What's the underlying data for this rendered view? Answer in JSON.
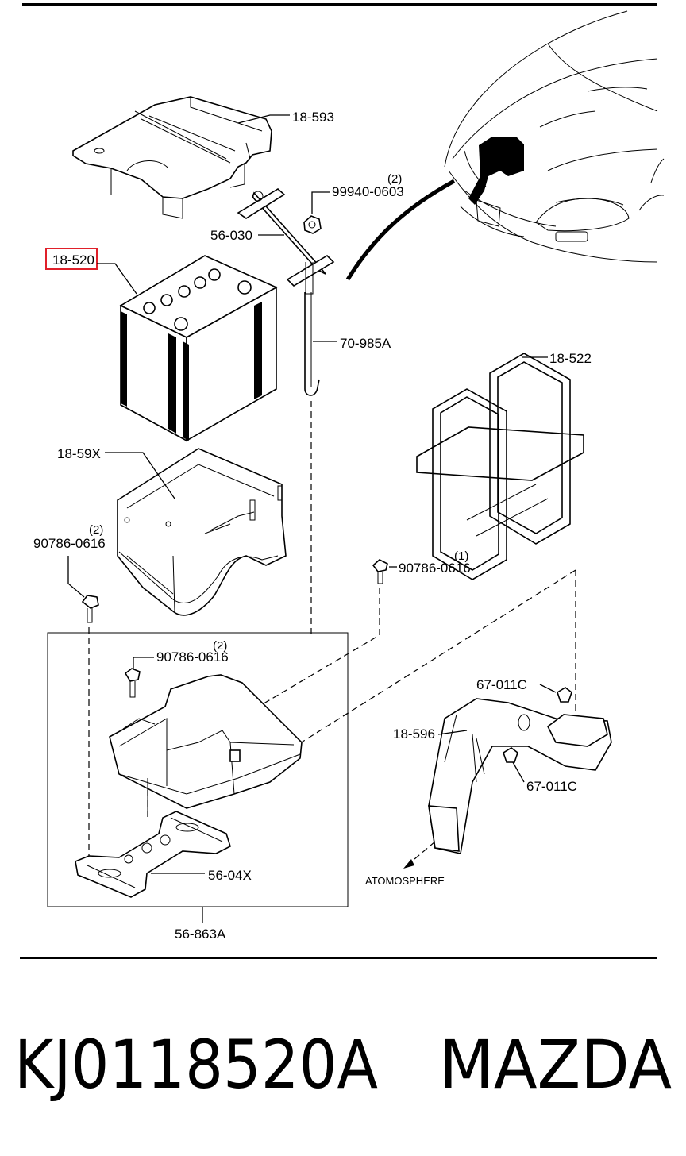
{
  "diagram": {
    "labels": {
      "cover": "18-593",
      "nut": "99940-0603",
      "nut_qty": "(2)",
      "clamp": "56-030",
      "battery": "18-520",
      "rod": "70-985A",
      "frame": "18-522",
      "tray": "18-59X",
      "bolt_left": "90786-0616",
      "bolt_left_qty": "(2)",
      "bolt_right": "90786-0616",
      "bolt_right_qty": "(1)",
      "bolt_inner": "90786-0616",
      "bolt_inner_qty": "(2)",
      "clip_top": "67-011C",
      "clip_bottom": "67-011C",
      "duct": "18-596",
      "atmosphere": "ATOMOSPHERE",
      "bracket": "56-04X",
      "assembly": "56-863A"
    },
    "highlight_color": "#e0202a"
  },
  "footer": {
    "part_number": "KJ0118520A",
    "brand": "MAZDA"
  }
}
